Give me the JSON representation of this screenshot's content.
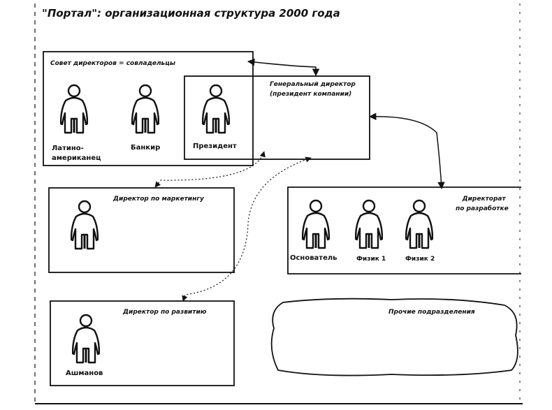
{
  "title": "\"Портал\": организационная структура 2000 года",
  "board": {
    "label": "Совет директоров = совладельцы",
    "members": [
      {
        "name_line1": "Латино-",
        "name_line2": "американец"
      },
      {
        "name": "Банкир"
      },
      {
        "name": "Президент"
      }
    ]
  },
  "ceo": {
    "label_line1": "Генеральный директор",
    "label_line2": "(президент компании)"
  },
  "marketing": {
    "label": "Директор по маркетингу",
    "member": ""
  },
  "dev_dir": {
    "label_line1": "Директорат",
    "label_line2": "по разработке",
    "members": [
      {
        "name": "Основатель"
      },
      {
        "name": "Физик 1"
      },
      {
        "name": "Физик 2"
      }
    ]
  },
  "development": {
    "label": "Директор по развитию",
    "member": "Ашманов"
  },
  "other": {
    "label": "Прочие подразделения"
  },
  "icons": {
    "person": "person-icon"
  }
}
